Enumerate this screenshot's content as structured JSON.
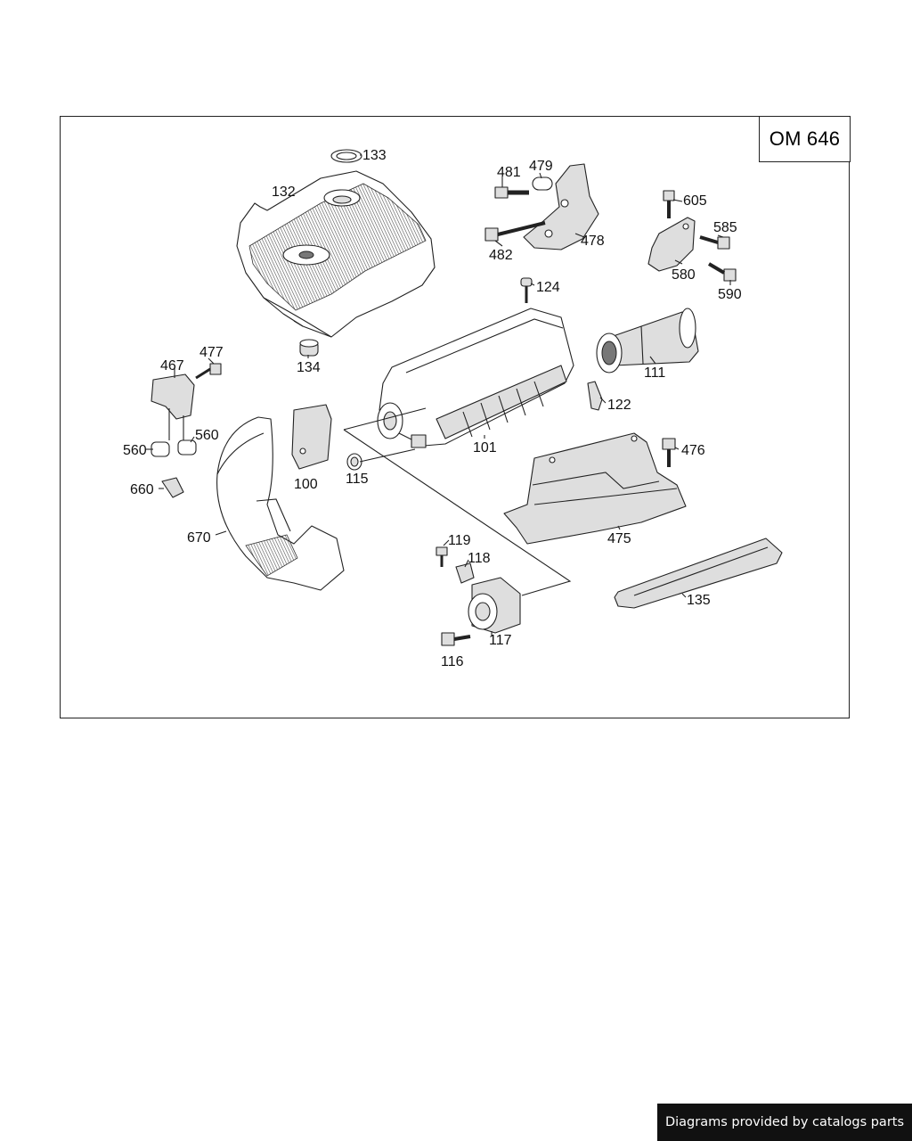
{
  "engine_code": "OM 646",
  "footer": {
    "text": "Diagrams provided by catalogs parts"
  },
  "callouts": [
    {
      "id": "133",
      "label": "133"
    },
    {
      "id": "132",
      "label": "132"
    },
    {
      "id": "481",
      "label": "481"
    },
    {
      "id": "479",
      "label": "479"
    },
    {
      "id": "605",
      "label": "605"
    },
    {
      "id": "585",
      "label": "585"
    },
    {
      "id": "478",
      "label": "478"
    },
    {
      "id": "482",
      "label": "482"
    },
    {
      "id": "580",
      "label": "580"
    },
    {
      "id": "590",
      "label": "590"
    },
    {
      "id": "124",
      "label": "124"
    },
    {
      "id": "477",
      "label": "477"
    },
    {
      "id": "467",
      "label": "467"
    },
    {
      "id": "134",
      "label": "134"
    },
    {
      "id": "111",
      "label": "111"
    },
    {
      "id": "122",
      "label": "122"
    },
    {
      "id": "560a",
      "label": "560"
    },
    {
      "id": "560b",
      "label": "560"
    },
    {
      "id": "101",
      "label": "101"
    },
    {
      "id": "476",
      "label": "476"
    },
    {
      "id": "100",
      "label": "100"
    },
    {
      "id": "115",
      "label": "115"
    },
    {
      "id": "660",
      "label": "660"
    },
    {
      "id": "670",
      "label": "670"
    },
    {
      "id": "475",
      "label": "475"
    },
    {
      "id": "119",
      "label": "119"
    },
    {
      "id": "118",
      "label": "118"
    },
    {
      "id": "135",
      "label": "135"
    },
    {
      "id": "117",
      "label": "117"
    },
    {
      "id": "116",
      "label": "116"
    }
  ]
}
